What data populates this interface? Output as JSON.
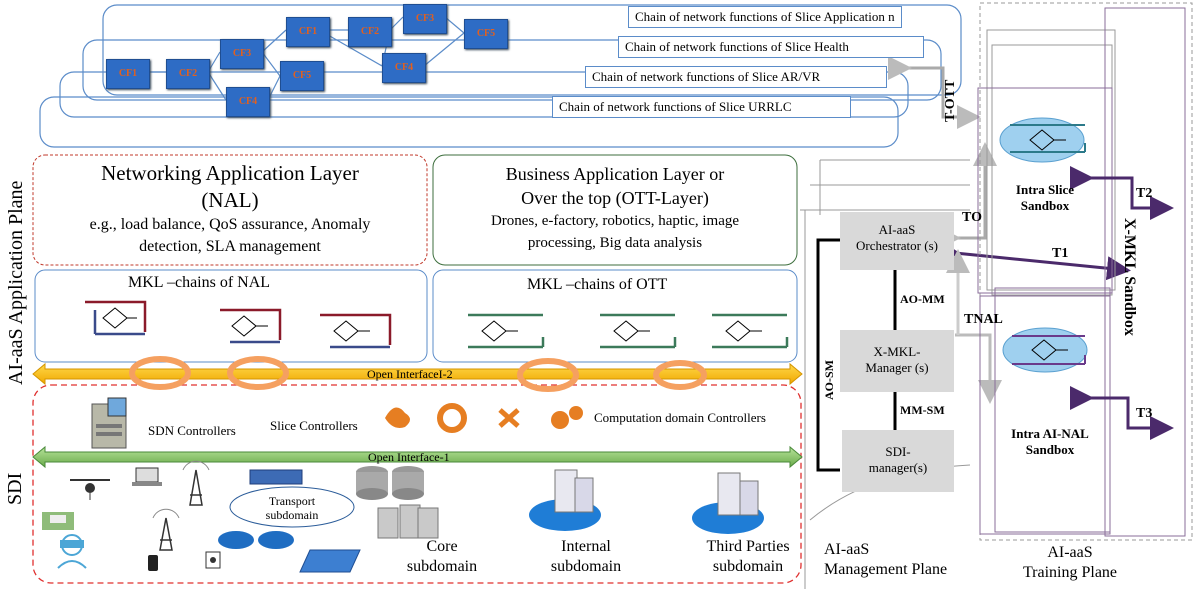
{
  "chains": {
    "slice_app_n": "Chain of network functions of Slice Application n",
    "slice_health": "Chain of network functions of Slice Health",
    "slice_arvr": "Chain of network functions of Slice AR/VR",
    "slice_urrlc": "Chain of network functions of Slice URRLC"
  },
  "cf_labels": [
    "CF1",
    "CF2",
    "CF3",
    "CF4",
    "CF5",
    "CF1",
    "CF2",
    "CF3",
    "CF4",
    "CF5"
  ],
  "application_plane": {
    "plane_label": "AI-aaS Application Plane",
    "nal": {
      "title_line1": "Networking Application Layer",
      "title_line2": "(NAL)",
      "desc_line1": "e.g., load balance, QoS assurance, Anomaly",
      "desc_line2": "detection, SLA  management"
    },
    "ott": {
      "title_line1": "Business Application Layer or",
      "title_line2": "Over the top (OTT-Layer)",
      "desc_line1": "Drones, e-factory, robotics, haptic, image",
      "desc_line2": "processing, Big data analysis"
    },
    "mkl_nal": "MKL –chains of  NAL",
    "mkl_ott": "MKL –chains of  OTT"
  },
  "interfaces": {
    "interface2": "Open InterfaceI-2",
    "interface1": "Open Interface-1"
  },
  "sdi": {
    "label": "SDI",
    "sdn_controllers": "SDN Controllers",
    "slice_controllers": "Slice Controllers",
    "computation_controllers": "Computation domain Controllers",
    "transport_line1": "Transport",
    "transport_line2": "subdomain",
    "core_line1": "Core",
    "core_line2": "subdomain",
    "internal_line1": "Internal",
    "internal_line2": "subdomain",
    "third_line1": "Third Parties",
    "third_line2": "subdomain"
  },
  "management": {
    "orchestrator_line1": "AI-aaS",
    "orchestrator_line2": "Orchestrator (s)",
    "xmkl_line1": "X-MKL-",
    "xmkl_line2": "Manager (s)",
    "sdi_mgr_line1": "SDI-",
    "sdi_mgr_line2": "manager(s)",
    "ao_mm": "AO-MM",
    "mm_sm": "MM-SM",
    "ao_sm": "AO-SM",
    "plane_line1": "AI-aaS",
    "plane_line2": "Management Plane"
  },
  "training": {
    "intra_slice_line1": "Intra Slice",
    "intra_slice_line2": "Sandbox",
    "intra_ainal_line1": "Intra AI-NAL",
    "intra_ainal_line2": "Sandbox",
    "xmkl_sandbox": "X-MKL Sandbox",
    "plane_line1": "AI-aaS",
    "plane_line2": "Training Plane"
  },
  "arrows": {
    "t_ott": "T-OTT",
    "to": "TO",
    "t1": "T1",
    "t2": "T2",
    "t3": "T3",
    "tnal": "TNAL"
  },
  "colors": {
    "nal_border": "#c0392b",
    "ott_border": "#3c6e3c",
    "sdi_border": "#e0302f",
    "interface2": "#f5b800",
    "interface1": "#86c06a",
    "purple": "#4b2a6b",
    "cf_blue": "#2e6cc5"
  }
}
